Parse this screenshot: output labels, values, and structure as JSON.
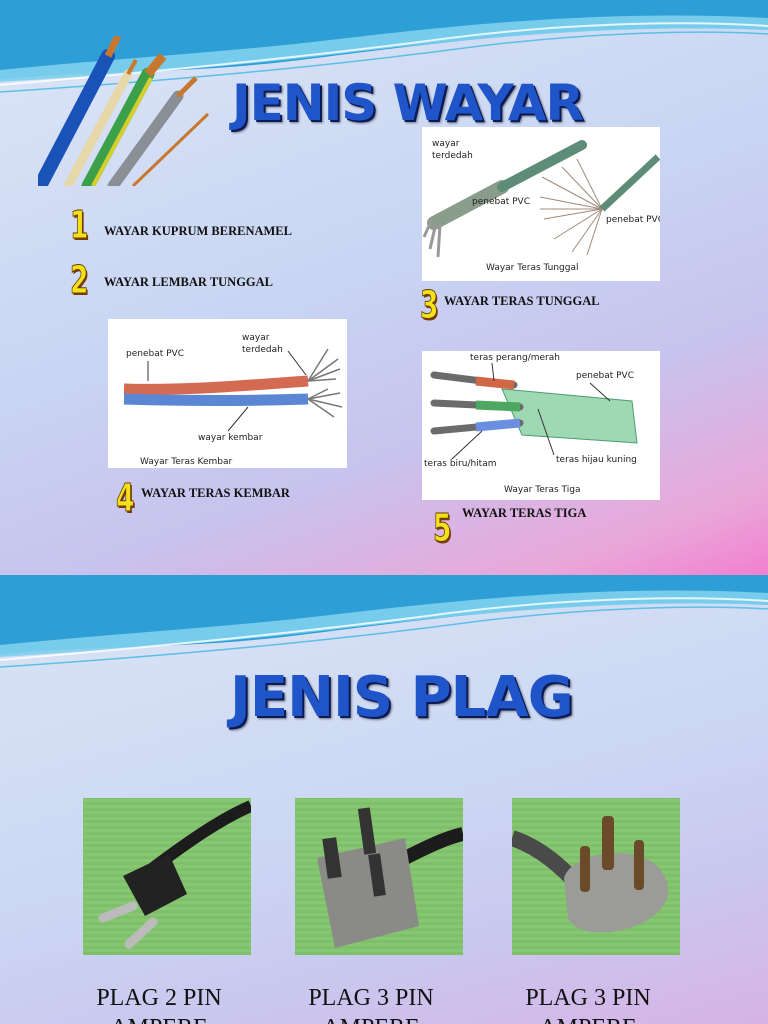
{
  "slide1": {
    "title": "JENIS WAYAR",
    "items": [
      {
        "num": "1",
        "label": "WAYAR KUPRUM BERENAMEL"
      },
      {
        "num": "2",
        "label": "WAYAR LEMBAR TUNGGAL"
      },
      {
        "num": "3",
        "label": "WAYAR TERAS TUNGGAL"
      },
      {
        "num": "4",
        "label": "WAYAR TERAS KEMBAR"
      },
      {
        "num": "5",
        "label": "WAYAR TERAS TIGA"
      }
    ],
    "img_single": {
      "a1": "wayar",
      "a2": "terdedah",
      "a3": "penebat PVC",
      "a4": "penebat PVC",
      "caption": "Wayar Teras Tunggal"
    },
    "img_twin": {
      "a1": "penebat PVC",
      "a2": "wayar",
      "a3": "terdedah",
      "a4": "wayar kembar",
      "caption": "Wayar Teras Kembar"
    },
    "img_three": {
      "a1": "teras perang/merah",
      "a2": "penebat PVC",
      "a3": "teras hijau kuning",
      "a4": "teras biru/hitam",
      "caption": "Wayar Teras Tiga"
    }
  },
  "slide2": {
    "title": "JENIS PLAG",
    "plugs": [
      {
        "line1": "PLAG 2 PIN",
        "line2": "AMPERE"
      },
      {
        "line1": "PLAG 3 PIN",
        "line2": "AMPERE"
      },
      {
        "line1": "PLAG 3 PIN",
        "line2": "AMPERE"
      }
    ]
  },
  "colors": {
    "title": "#1f55c8",
    "number": "#f3e21a",
    "wave": "#2fa3d6"
  }
}
